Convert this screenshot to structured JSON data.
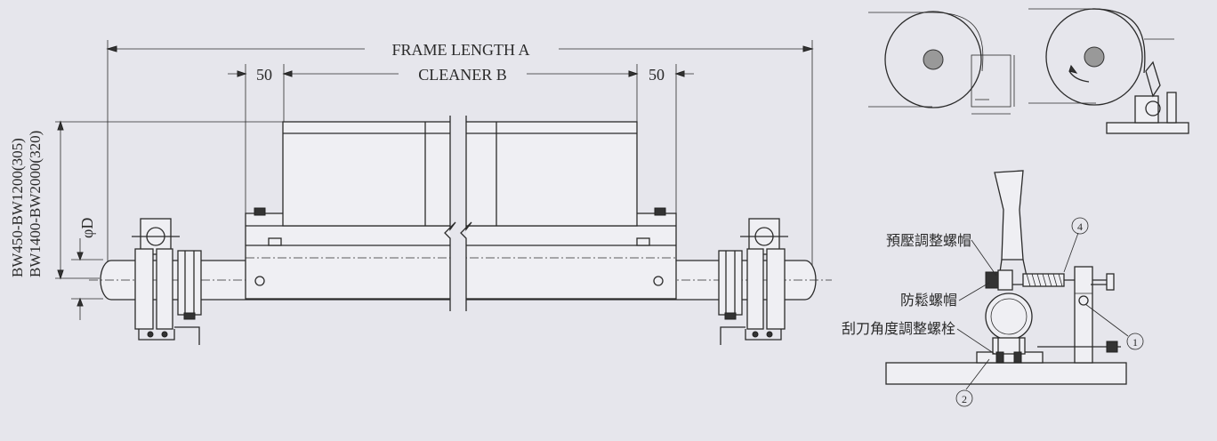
{
  "main_drawing": {
    "frame_length_label": "FRAME LENGTH A",
    "cleaner_label": "CLEANER B",
    "left_offset": "50",
    "right_offset": "50",
    "diameter_label": "φD",
    "size_line_1": "BW450-BW1200(305)",
    "size_line_2": "BW1400-BW2000(320)"
  },
  "detail_drawing": {
    "label_preload_nut": "預壓調整螺帽",
    "label_lock_nut": "防鬆螺帽",
    "label_angle_bolt": "刮刀角度調整螺栓",
    "callout_1": "1",
    "callout_2": "2",
    "callout_4": "4"
  },
  "colors": {
    "background": "#e6e6ec",
    "line": "#2b2b2b"
  }
}
